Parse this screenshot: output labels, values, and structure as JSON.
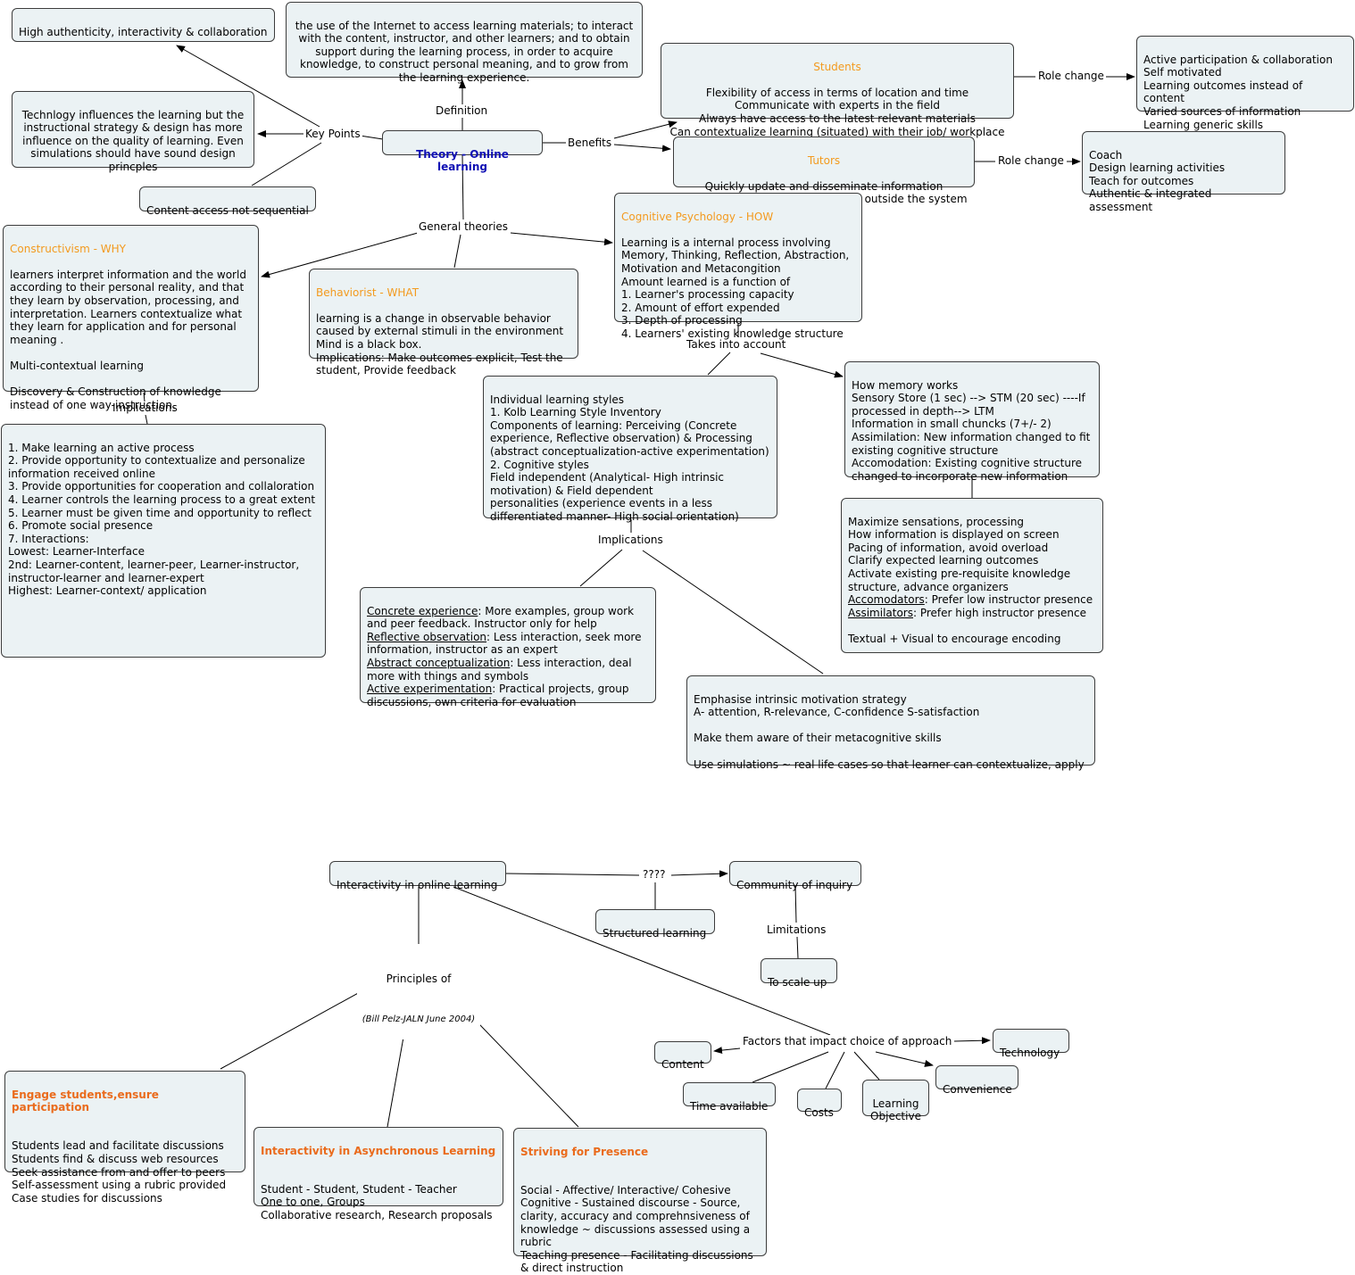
{
  "theory": {
    "root": "Theory - Online learning",
    "labels": {
      "key_points": "Key Points",
      "definition": "Definition",
      "benefits": "Benefits",
      "general_theories": "General theories",
      "role_change": "Role change",
      "implications": "Implications",
      "takes_into_account": "Takes into account"
    },
    "key_points": {
      "high_authenticity": "High authenticity, interactivity & collaboration",
      "technology": "Technlogy influences the learning but the instructional strategy & design has more influence on the quality of learning. Even simulations should have sound design princples",
      "content_access": "Content access not sequential"
    },
    "definition": "the use of the Internet to access learning materials; to interact with the content, instructor, and other learners; and to obtain support during the learning process, in order to acquire knowledge, to construct personal meaning, and to grow from the learning experience.",
    "students": {
      "title": "Students",
      "body": "Flexibility of access in terms of location and time\nCommunicate with experts in the field\nAlways have access to the latest relevant materials\nCan contextualize learning (situated) with their job/ workplace"
    },
    "students_role": "Active participation & collaboration\nSelf motivated\nLearning outcomes instead of content\nVaried sources of information\nLearning generic skills",
    "tutors": {
      "title": "Tutors",
      "body": "Quickly update and disseminate information\nGuide students even to resources outside the system"
    },
    "tutors_role": "Coach\nDesign learning activities\nTeach for outcomes\nAuthentic & integrated assessment",
    "constructivism": {
      "title": "Constructivism - WHY",
      "body": "learners interpret information and the world according to their personal reality, and that they learn by observation, processing, and interpretation. Learners contextualize what they learn for application and for personal meaning .\n\nMulti-contextual learning\n\nDiscovery & Construction of knowledge instead of one way-instruction."
    },
    "constructivism_implications": "1. Make learning an active process\n2. Provide opportunity to contextualize and personalize information received online\n3. Provide opportunities for cooperation and collaloration\n4. Learner controls the learning process to a great extent\n5. Learner must be given time and opportunity to reflect\n6. Promote social presence\n7. Interactions:\nLowest: Learner-Interface\n2nd: Learner-content, learner-peer, Learner-instructor, instructor-learner and learner-expert\nHighest: Learner-context/ application",
    "behaviorist": {
      "title": "Behaviorist - WHAT",
      "body": "learning is a change in observable behavior caused by external stimuli in the environment\nMind is a black box.\nImplications: Make outcomes explicit, Test the student, Provide feedback"
    },
    "cognitive": {
      "title": "Cognitive Psychology - HOW",
      "body": "Learning is a internal process involving Memory, Thinking, Reflection, Abstraction, Motivation and Metacongition\nAmount learned is a function of\n1. Learner's processing capacity\n2. Amount of effort expended\n3. Depth of processing\n4. Learners' existing knowledge structure"
    },
    "learning_styles": "Individual learning styles\n1. Kolb Learning Style Inventory\nComponents of learning: Perceiving (Concrete experience, Reflective observation) & Processing (abstract conceptualization-active experimentation)\n2. Cognitive styles\nField independent (Analytical- High intrinsic motivation) & Field dependent\npersonalities (experience events in a less differentiated manner- High social orientation)",
    "memory": "How memory works\nSensory Store (1 sec) --> STM (20 sec) ----If processed in depth--> LTM\nInformation in small chuncks (7+/- 2)\nAssimilation: New information changed to fit existing cognitive structure\nAccomodation: Existing cognitive structure changed to incorporate new information",
    "maximize": {
      "intro": "Maximize sensations, processing\nHow information is displayed on screen\nPacing of information, avoid overload\nClarify expected learning outcomes\nActivate existing pre-requisite knowledge structure, advance organizers",
      "acc_term": "Accomodators",
      "acc_text": ": Prefer low instructor presence",
      "ass_term": "Assimilators",
      "ass_text": ": Prefer high instructor presence",
      "outro": "Textual + Visual to encourage encoding"
    },
    "kolb_implications": {
      "ce_term": "Concrete experience",
      "ce_text": ": More examples, group work and peer feedback. Instructor only for help",
      "ro_term": "Reflective observation",
      "ro_text": ": Less interaction, seek more information, instructor as an expert",
      "ac_term": "Abstract conceptualization",
      "ac_text": ": Less interaction, deal more with things and symbols",
      "ae_term": "Active experimentation",
      "ae_text": ": Practical projects, group discussions, own criteria for evaluation"
    },
    "motivation": "Emphasise intrinsic motivation strategy\nA- attention, R-relevance, C-confidence S-satisfaction\n\nMake them aware of their metacognitive skills\n\nUse simulations ~ real life cases so that learner can contextualize, apply"
  },
  "interactivity": {
    "root": "Interactivity in online learning",
    "qmarks": "????",
    "community": "Community of inquiry",
    "structured": "Structured learning",
    "limitations": "Limitations",
    "scale_up": "To scale up",
    "principles": "Principles of",
    "principles_source": "(Bill Pelz-JALN June 2004)",
    "factors": "Factors that impact choice of approach",
    "content": "Content",
    "technology": "Technology",
    "time": "Time available",
    "costs": "Costs",
    "objective": "Learning\nObjective",
    "convenience": "Convenience",
    "engage": {
      "title": "Engage students,ensure participation",
      "body": "Students lead and facilitate discussions\nStudents find & discuss web resources\nSeek assistance from and offer to peers\nSelf-assessment using a rubric provided\nCase studies for discussions"
    },
    "async": {
      "title": "Interactivity in Asynchronous Learning",
      "body": "Student - Student, Student -  Teacher\nOne to one, Groups\nCollaborative research, Research proposals"
    },
    "presence": {
      "title": "Striving for Presence",
      "body": "Social - Affective/ Interactive/ Cohesive\nCognitive -  Sustained discourse - Source, clarity, accuracy and comprehnsiveness of knowledge ~ discussions assessed using a rubric\nTeaching presence - Facilitating discussions & direct instruction"
    }
  }
}
